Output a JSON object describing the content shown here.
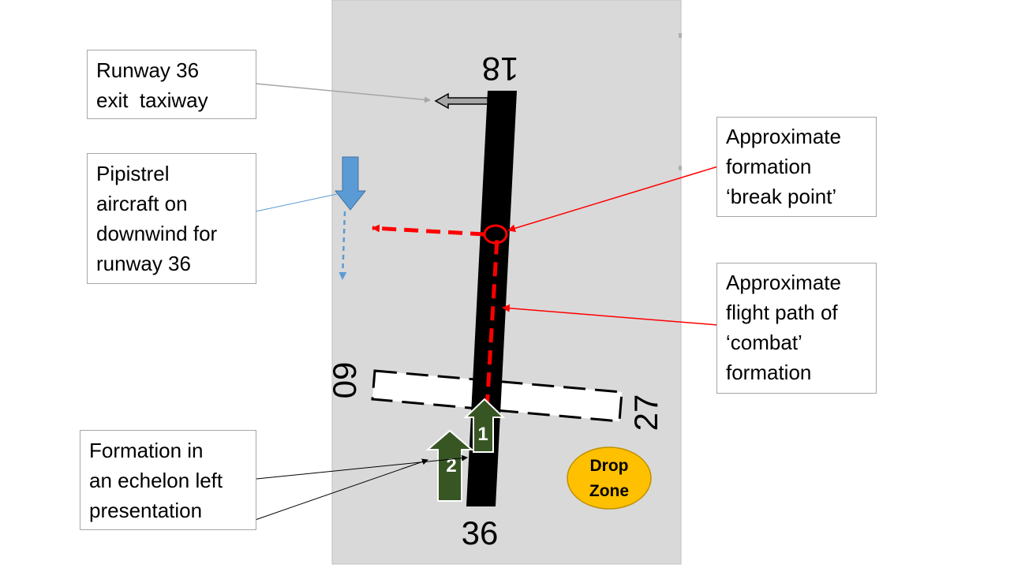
{
  "colors": {
    "airfield_bg": "#d9d9d9",
    "runway": "#000000",
    "flight_path": "#ff0000",
    "pipistrel": "#5b9bd5",
    "formation": "#375623",
    "drop_zone": "#ffc000",
    "taxiway_arrow": "#a6a6a6"
  },
  "runway": {
    "north_end_label": "18",
    "south_end_label": "36",
    "crosswind_west_label": "09",
    "crosswind_east_label": "27"
  },
  "callouts": {
    "taxiway": {
      "lines": [
        "Runway 36",
        "exit  taxiway"
      ]
    },
    "pipistrel": {
      "lines": [
        "Pipistrel",
        "aircraft on",
        "downwind for",
        "runway 36"
      ]
    },
    "break_point": {
      "lines": [
        "Approximate",
        "formation",
        "‘break point’"
      ]
    },
    "flight_path": {
      "lines": [
        "Approximate",
        "flight path of",
        "‘combat’",
        "formation"
      ]
    },
    "formation": {
      "lines": [
        "Formation in",
        "an echelon left",
        "presentation"
      ]
    }
  },
  "formation_aircraft": {
    "lead": "1",
    "wingman": "2"
  },
  "drop_zone": {
    "lines": [
      "Drop",
      "Zone"
    ]
  }
}
